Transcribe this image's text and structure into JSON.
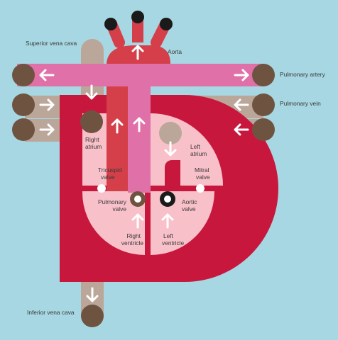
{
  "labels": {
    "superior_vena_cava": "Superior vena cava",
    "inferior_vena_cava": "Inferior vena cava",
    "aorta": "Aorta",
    "pulmonary_artery": "Pulmonary artery",
    "pulmonary_vein": "Pulmonary vein",
    "right_atrium_1": "Right",
    "right_atrium_2": "atrium",
    "left_atrium_1": "Left",
    "left_atrium_2": "atrium",
    "tricuspid_valve_1": "Tricuspid",
    "tricuspid_valve_2": "valve",
    "mitral_valve_1": "Mitral",
    "mitral_valve_2": "valve",
    "pulmonary_valve_1": "Pulmonary",
    "pulmonary_valve_2": "valve",
    "aortic_valve_1": "Aortic",
    "aortic_valve_2": "valve",
    "right_ventricle_1": "Right",
    "right_ventricle_2": "ventricle",
    "left_ventricle_1": "Left",
    "left_ventricle_2": "ventricle"
  },
  "colors": {
    "background": "#a7d7e2",
    "heart_wall": "#c7173d",
    "chamber": "#f8c0c8",
    "pulmonary_artery": "#e070a8",
    "venous": "#bba79a",
    "aorta": "#d43f4a",
    "vessel_end": "#6e5440",
    "arrow": "#ffffff"
  },
  "icons": {
    "flow_arrow": "arrow-icon",
    "vessel_opening": "vessel-end-icon",
    "valve": "valve-icon"
  }
}
